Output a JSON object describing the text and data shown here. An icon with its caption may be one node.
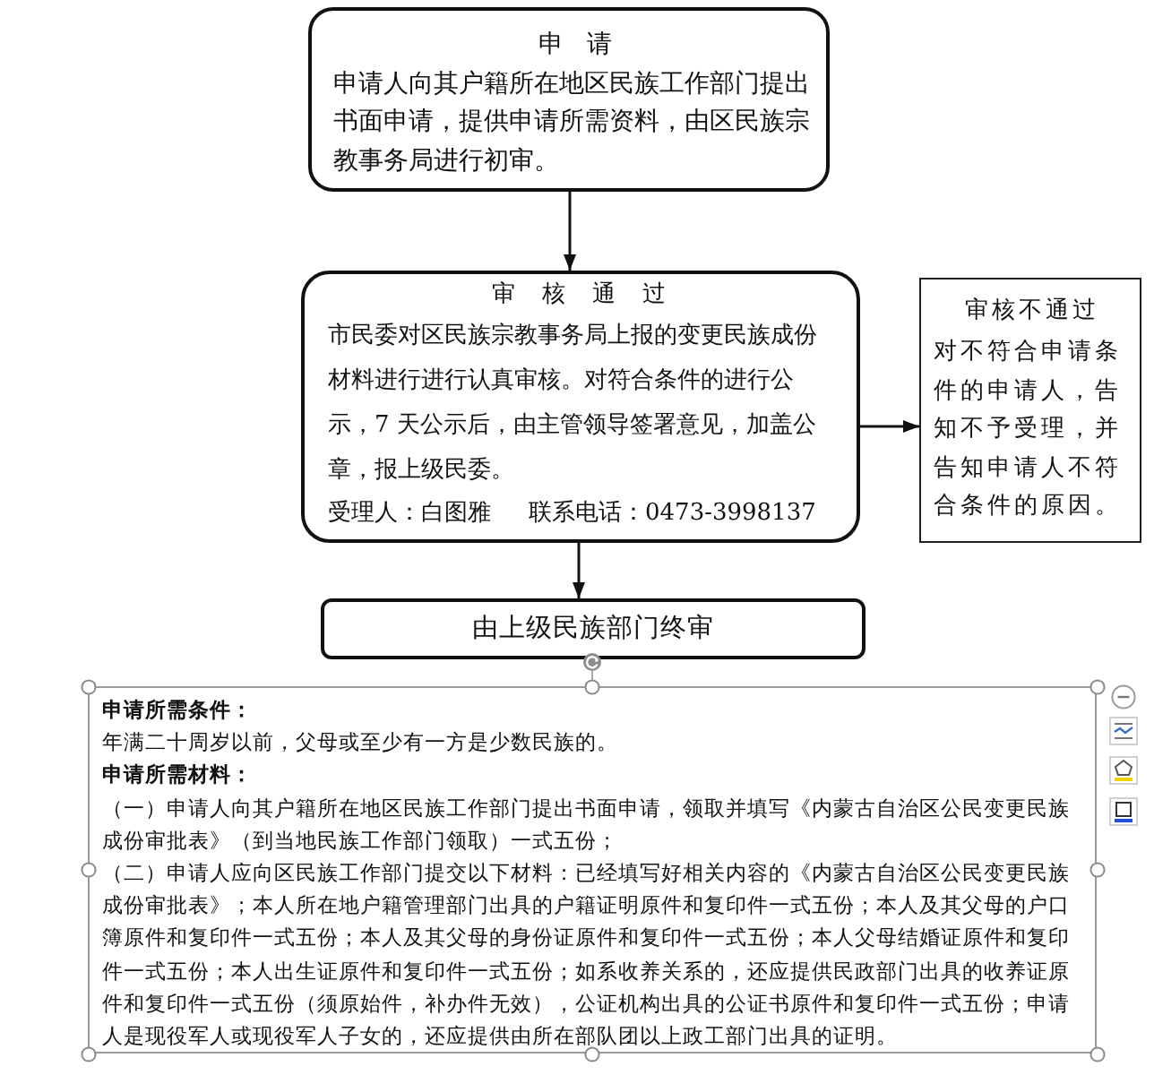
{
  "diagram": {
    "nodes": [
      {
        "text": [
          "申 请",
          "申请人向其户籍所在地区民族工作部门提出书面申请，提供申请所需资料，由区民族宗教事务局进行初审。"
        ]
      },
      {
        "text": [
          "审 核 通 过",
          "市民委对区民族宗教事务局上报的变更民族成份材料进行进行认真审核。对符合条件的进行公示，7 天公示后，由主管领导签署意见，加盖公章，报上级民委。",
          "受理人：白图雅",
          "联系电话：0473-3998137"
        ]
      },
      {
        "text": [
          "审核不通过",
          "对不符合申请条件的申请人，告知不予受理，并告知申请人不符合条件的原因。"
        ]
      },
      {
        "text": [
          "由上级民族部门终审"
        ]
      },
      {
        "text": [
          "申请所需条件：",
          "年满二十周岁以前，父母或至少有一方是少数民族的。",
          "申请所需材料：",
          "（一）申请人向其户籍所在地区民族工作部门提出书面申请，领取并填写《内蒙古自治区公民变更民族成份审批表》（到当地民族工作部门领取）一式五份；",
          "（二）申请人应向区民族工作部门提交以下材料：已经填写好相关内容的《内蒙古自治区公民变更民族成份审批表》；本人所在地户籍管理部门出具的户籍证明原件和复印件一式五份；本人及其父母的户口簿原件和复印件一式五份；本人及其父母的身份证原件和复印件一式五份；本人父母结婚证原件和复印件一式五份；本人出生证原件和复印件一式五份；如系收养关系的，还应提供民政部门出具的收养证原件和复印件一式五份（须原始件，补办件无效），公证机构出具的公证书原件和复印件一式五份；申请人是现役军人或现役军人子女的，还应提供由所在部队团以上政工部门出具的证明。"
        ]
      }
    ],
    "edges": [
      {
        "from": 0,
        "to": 1,
        "arrow": "to"
      },
      {
        "from": 1,
        "to": 2,
        "arrow": "to"
      },
      {
        "from": 1,
        "to": 3,
        "arrow": "to"
      }
    ]
  }
}
